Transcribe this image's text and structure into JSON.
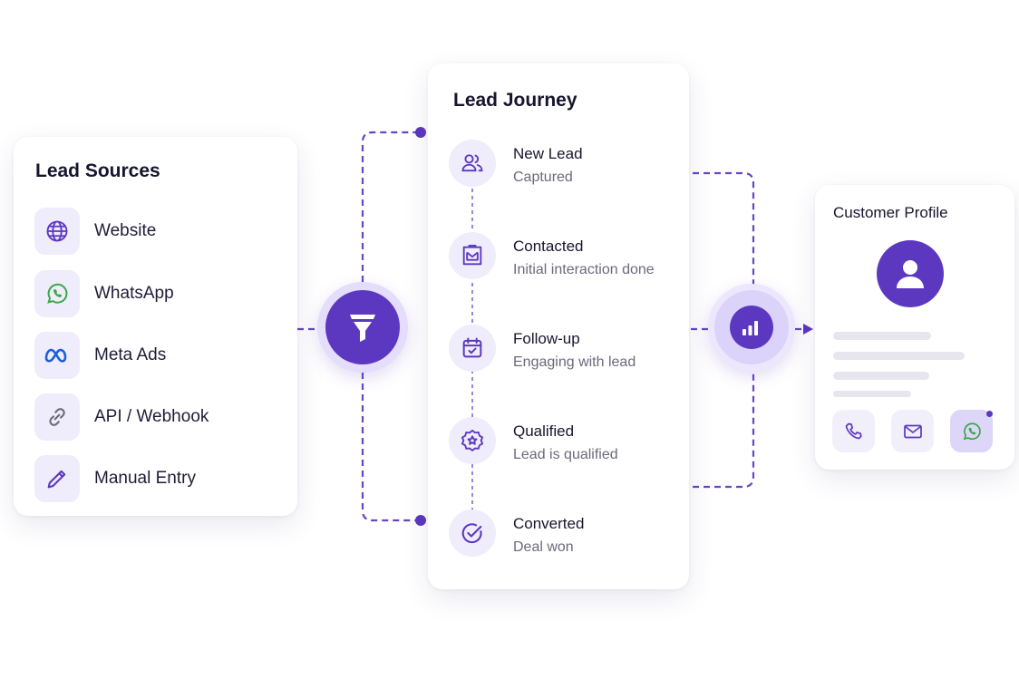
{
  "lead_sources": {
    "title": "Lead Sources",
    "items": [
      {
        "label": "Website",
        "icon": "globe-icon"
      },
      {
        "label": "WhatsApp",
        "icon": "whatsapp-icon"
      },
      {
        "label": "Meta Ads",
        "icon": "meta-icon"
      },
      {
        "label": "API / Webhook",
        "icon": "link-icon"
      },
      {
        "label": "Manual Entry",
        "icon": "pencil-icon"
      }
    ]
  },
  "lead_journey": {
    "title": "Lead Journey",
    "stages": [
      {
        "title": "New Lead",
        "subtitle": "Captured",
        "icon": "users-icon"
      },
      {
        "title": "Contacted",
        "subtitle": "Initial interaction done",
        "icon": "message-board-icon"
      },
      {
        "title": "Follow-up",
        "subtitle": "Engaging with lead",
        "icon": "calendar-check-icon"
      },
      {
        "title": "Qualified",
        "subtitle": "Lead is qualified",
        "icon": "badge-star-icon"
      },
      {
        "title": "Converted",
        "subtitle": "Deal won",
        "icon": "check-circle-icon"
      }
    ]
  },
  "customer_profile": {
    "title": "Customer Profile",
    "actions": [
      {
        "icon": "phone-icon"
      },
      {
        "icon": "mail-icon"
      },
      {
        "icon": "whatsapp-icon"
      }
    ]
  },
  "hubs": {
    "filter_icon": "funnel-icon",
    "analytics_icon": "bar-chart-icon"
  },
  "colors": {
    "accent": "#5c38c0",
    "accent_soft": "#efecfb",
    "whatsapp_green": "#3ba847",
    "meta_blue": "#1b5fd8",
    "text_primary": "#17152e",
    "text_secondary": "#6b6a7c",
    "skeleton": "#e7e6ee"
  }
}
